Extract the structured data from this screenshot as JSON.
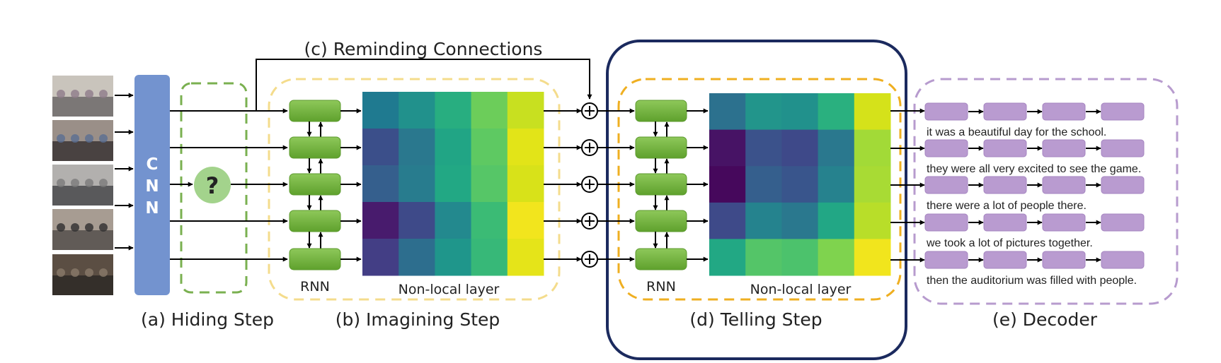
{
  "colors": {
    "cnn": "#7393cf",
    "hiding_dash": "#7ab050",
    "imagining_dash": "#f4dc8c",
    "telling_dash": "#efaf21",
    "decoder_dash": "#b79bce",
    "telling_highlight": "#1b2a5e",
    "rnn_cell": "#74b63d",
    "decoder_cell": "#b99bd0",
    "question_circle": "#a3d38c"
  },
  "diagram": {
    "title_connections": "(c) Reminding Connections",
    "cnn_letters": [
      "C",
      "N",
      "N"
    ],
    "question_mark": "?",
    "labels": {
      "rnn_b": "RNN",
      "nonlocal_b": "Non-local layer",
      "rnn_d": "RNN",
      "nonlocal_d": "Non-local layer"
    },
    "captions": {
      "a": "(a) Hiding Step",
      "b": "(b) Imagining Step",
      "d": "(d) Telling Step",
      "e": "(e) Decoder"
    },
    "photos": [
      "photo-1",
      "photo-2",
      "photo-3",
      "photo-4",
      "photo-5"
    ],
    "sentences": [
      "it was a beautiful day for the school.",
      "they were all very excited to see the game.",
      "there were a lot of people there.",
      "we took a lot of pictures together.",
      "then the auditorium was filled with people."
    ]
  },
  "heatmaps": {
    "imagining": [
      [
        "#1f7a90",
        "#21918c",
        "#28ae80",
        "#6ccd5a",
        "#c8e020"
      ],
      [
        "#3b4f8a",
        "#2a788e",
        "#21a585",
        "#5ec962",
        "#e2e418"
      ],
      [
        "#355f8d",
        "#287c8e",
        "#22a884",
        "#56c667",
        "#d8e219"
      ],
      [
        "#481b6d",
        "#3e4a89",
        "#23898e",
        "#3bbb75",
        "#f2e51d"
      ],
      [
        "#433e85",
        "#2d6e8e",
        "#1f968b",
        "#37b878",
        "#e5e419"
      ]
    ],
    "telling": [
      [
        "#2c718e",
        "#22958b",
        "#21918c",
        "#2ab07f",
        "#d5e21a"
      ],
      [
        "#471365",
        "#3b528b",
        "#3e4989",
        "#2a788e",
        "#a2da37"
      ],
      [
        "#46085c",
        "#355f8d",
        "#39558c",
        "#26828e",
        "#a8db34"
      ],
      [
        "#3e4a89",
        "#25838e",
        "#2a788e",
        "#22a785",
        "#b8de29"
      ],
      [
        "#22a884",
        "#54c568",
        "#4cc26c",
        "#7fd34e",
        "#f1e51d"
      ]
    ]
  }
}
